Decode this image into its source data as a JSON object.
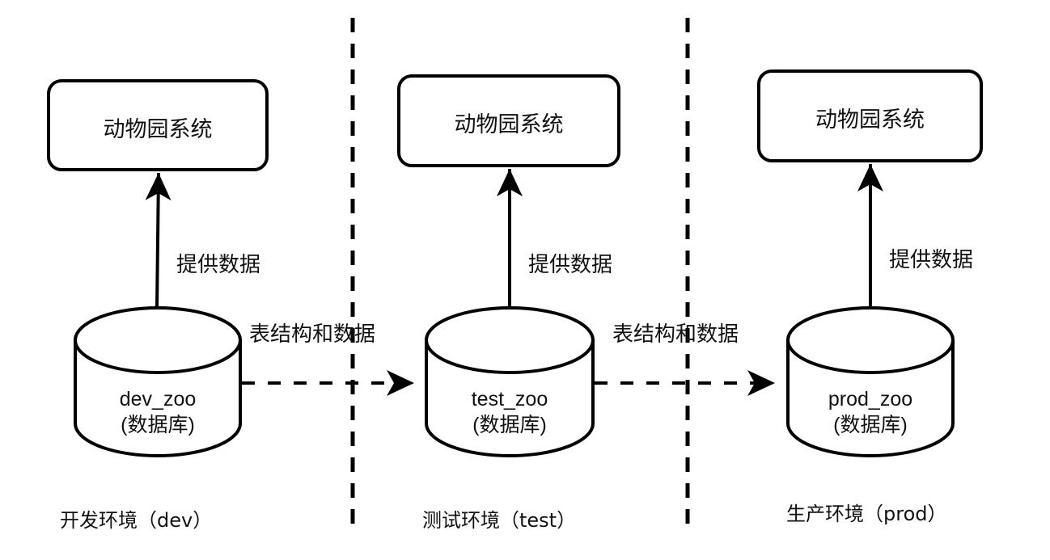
{
  "diagram": {
    "colors": {
      "stroke": "#000000",
      "text": "#111111",
      "background": "#ffffff"
    },
    "columns": [
      {
        "id": "dev",
        "system_label": "动物园系统",
        "provide_label": "提供数据",
        "db_name": "dev_zoo",
        "db_type": "(数据库)",
        "env_label": "开发环境（dev）"
      },
      {
        "id": "test",
        "system_label": "动物园系统",
        "provide_label": "提供数据",
        "db_name": "test_zoo",
        "db_type": "(数据库)",
        "env_label": "测试环境（test）"
      },
      {
        "id": "prod",
        "system_label": "动物园系统",
        "provide_label": "提供数据",
        "db_name": "prod_zoo",
        "db_type": "(数据库)",
        "env_label": "生产环境（prod）"
      }
    ],
    "migrations": [
      {
        "from": "dev_zoo",
        "to": "test_zoo",
        "label": "表结构和数据"
      },
      {
        "from": "test_zoo",
        "to": "prod_zoo",
        "label": "表结构和数据"
      }
    ]
  }
}
